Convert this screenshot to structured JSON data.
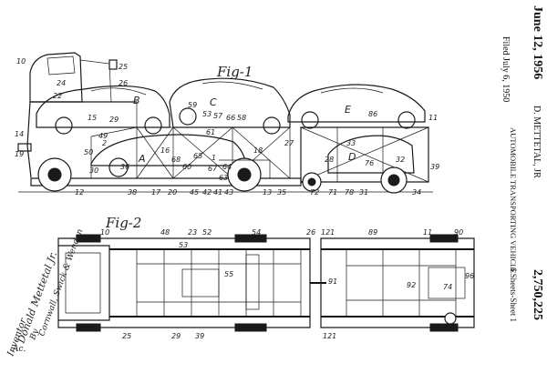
{
  "header": {
    "date": "June 12, 1956",
    "inventor_line": "D. METTETAL, JR",
    "patent_number": "2,750,225",
    "filed": "Filed July 6, 1950",
    "title": "AUTOMOBILE TRANSPORTING VEHICLE",
    "sheets": "6 Sheets-Sheet 1"
  },
  "figures": {
    "fig1_label": "Fig-1",
    "fig2_label": "Fig-2"
  },
  "signature": {
    "inventor_label": "Inventor",
    "inventor_name": "Donald Mettetal Jr.",
    "by": "By",
    "attorneys": "Cornwall, Swick & Wendon"
  },
  "fig1_refs": [
    "10",
    "25",
    "24",
    "26",
    "22",
    "B",
    "C",
    "15",
    "29",
    "59",
    "53",
    "57",
    "66",
    "58",
    "E",
    "86",
    "11",
    "14",
    "49",
    "2",
    "33",
    "19",
    "50",
    "16",
    "61",
    "18",
    "27",
    "A",
    "D",
    "76",
    "32",
    "39",
    "68",
    "65",
    "60",
    "1",
    "67",
    "64",
    "63",
    "28",
    "35",
    "72",
    "71",
    "36",
    "20",
    "45",
    "43",
    "13",
    "42",
    "41",
    "38",
    "17",
    "12",
    "30",
    "78",
    "31",
    "34"
  ],
  "fig2_refs": [
    "10",
    "48",
    "23",
    "52",
    "54",
    "26",
    "121",
    "89",
    "11",
    "90",
    "53",
    "55",
    "91",
    "96",
    "92",
    "74",
    "25",
    "29",
    "39",
    "121"
  ],
  "mark": "Ac."
}
